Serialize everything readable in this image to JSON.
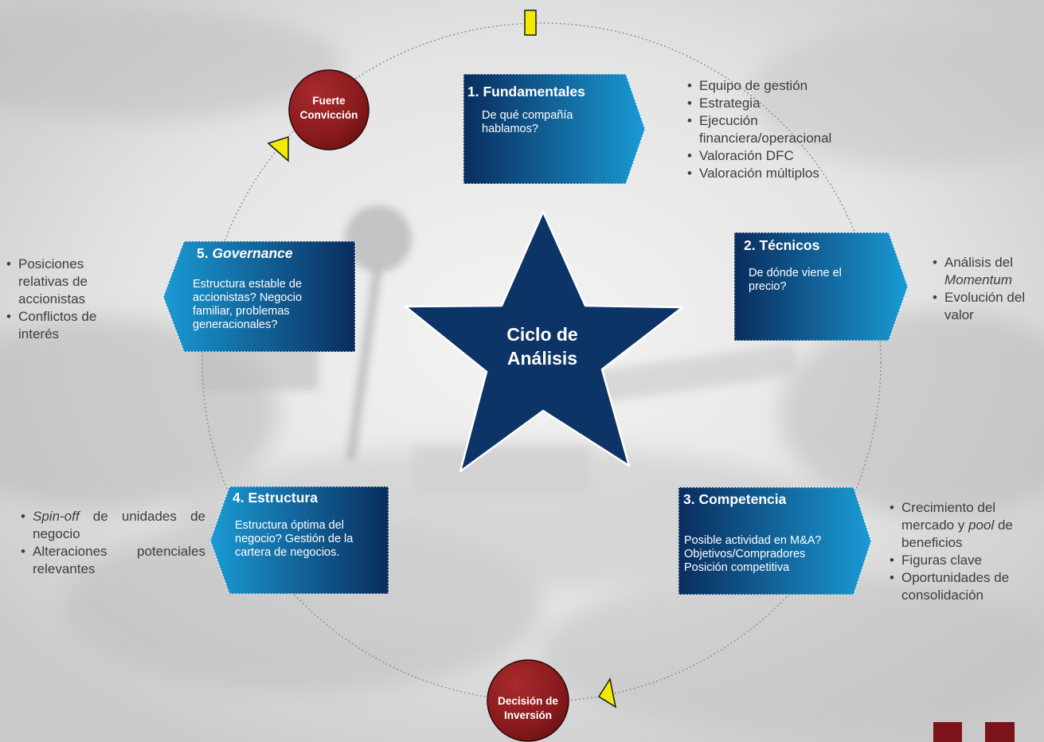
{
  "center": {
    "line1": "Ciclo de",
    "line2": "Análisis"
  },
  "circles": {
    "top": {
      "line1": "Fuerte",
      "line2": "Convicción"
    },
    "bottom": {
      "line1": "Decisión de",
      "line2": "Inversión"
    }
  },
  "boxes": {
    "fundamentales": {
      "title": "1. Fundamentales",
      "desc": "De qué compañía hablamos?"
    },
    "tecnicos": {
      "title": "2. Técnicos",
      "desc": "De dónde viene el precio?"
    },
    "competencia": {
      "title": "3. Competencia",
      "desc_lines": [
        "Posible actividad en M&A?",
        "Objetivos/Compradores",
        "Posición competitiva"
      ]
    },
    "estructura": {
      "title": "4. Estructura",
      "desc": "Estructura óptima del negocio? Gestión de la cartera de negocios."
    },
    "governance": {
      "title_num": "5. ",
      "title_word": "Governance",
      "desc": "Estructura estable de accionistas? Negocio familiar, problemas generacionales?"
    }
  },
  "lists": {
    "fundamentales": [
      "Equipo de gestión",
      "Estrategia",
      "Ejecución financiera/operacional",
      "Valoración DFC",
      "Valoración múltiplos"
    ],
    "tecnicos": {
      "item1_pre": "Análisis del ",
      "item1_em": "Momentum",
      "item2": "Evolución del valor"
    },
    "competencia": {
      "item1_pre": "Crecimiento del mercado y ",
      "item1_em": "pool",
      "item1_post": " de beneficios",
      "item2": "Figuras clave",
      "item3": "Oportunidades de consolidación"
    },
    "estructura": {
      "item1_em": "Spin-off",
      "item1_post": " de unidades de negocio",
      "item2": "Alteraciones potenciales relevantes"
    },
    "governance": [
      "Posiciones relativas de accionistas",
      "Conflictos de interés"
    ]
  },
  "colors": {
    "box_dark": "#0a2d5e",
    "box_light": "#1a9ad4",
    "star": "#0d3466",
    "circle": "#8b1a1d",
    "marker": "#f2ea00",
    "square": "#7a1419"
  }
}
